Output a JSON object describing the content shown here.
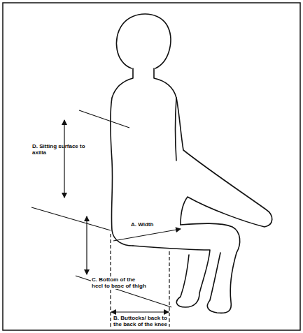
{
  "diagram": {
    "labels": [
      "D. Sitting surface to axilla",
      "A. Width",
      "C. Bottom of the heel to base of thigh",
      "B. Buttocks/ back to the back of the knee"
    ]
  }
}
